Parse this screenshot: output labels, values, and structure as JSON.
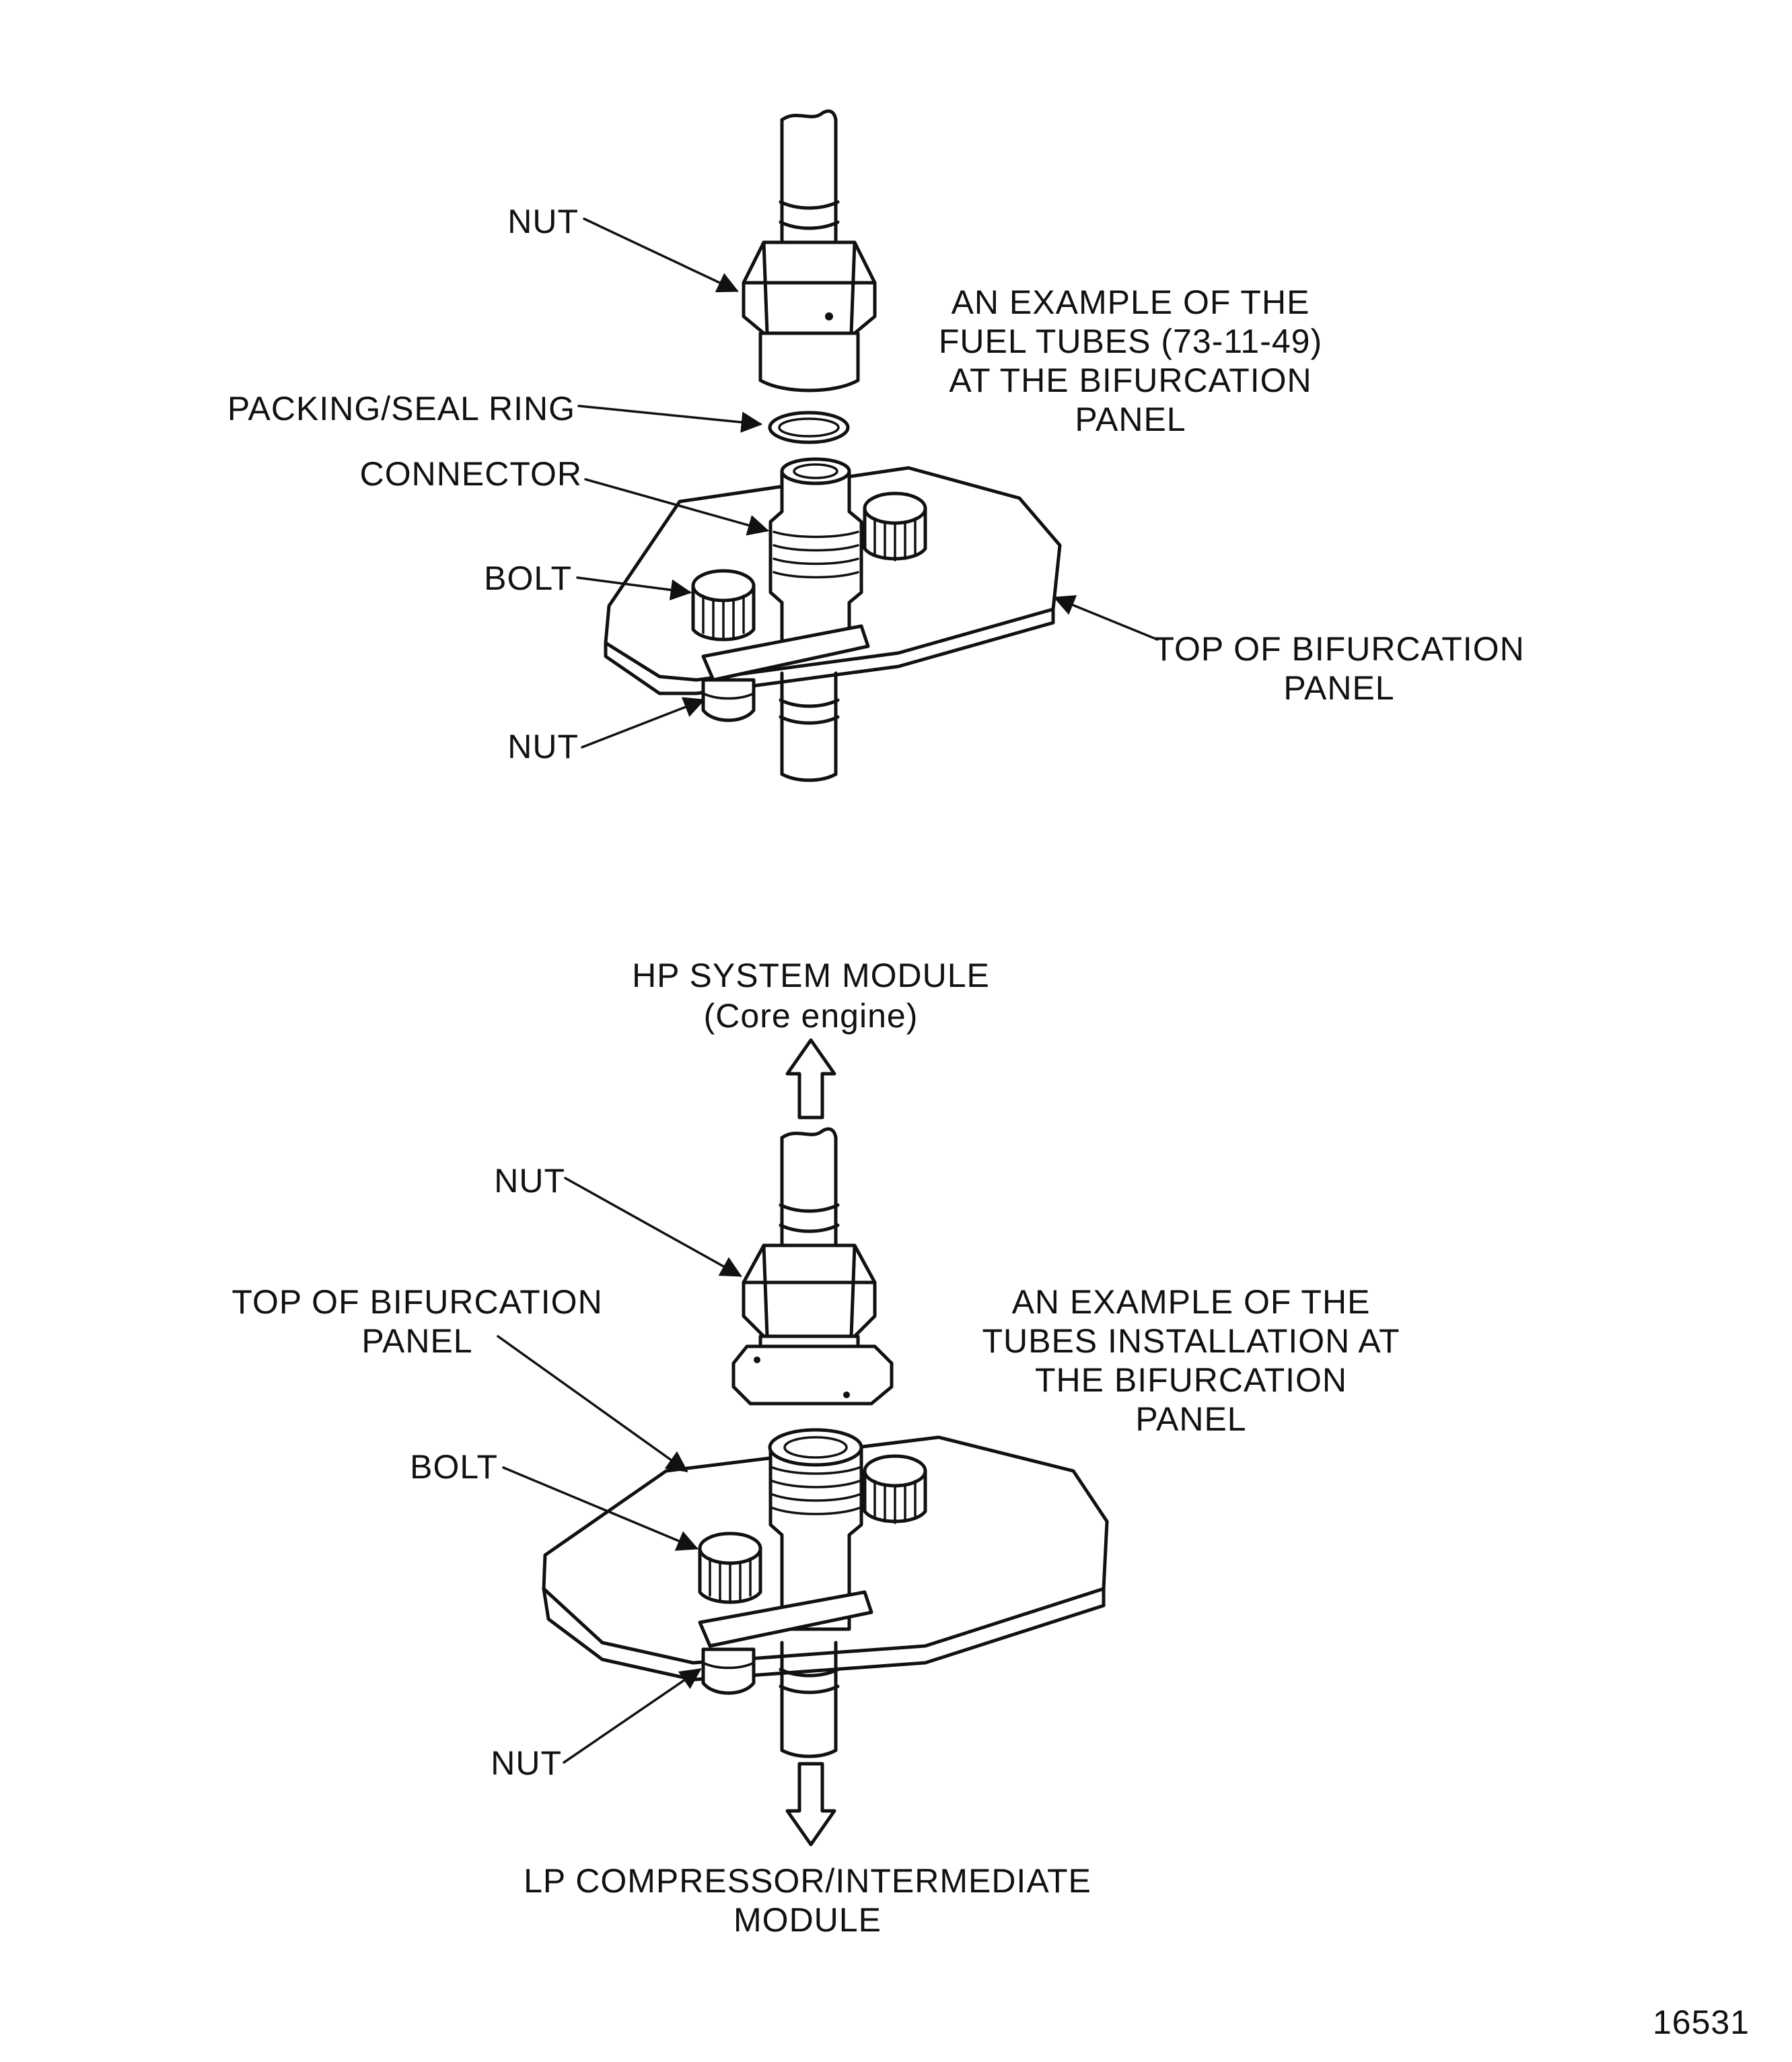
{
  "diagram_id": "16531",
  "top_view": {
    "callouts": {
      "nut_upper": "NUT",
      "packing": "PACKING/SEAL RING",
      "connector": "CONNECTOR",
      "bolt": "BOLT",
      "nut_lower": "NUT",
      "panel": "TOP OF BIFURCATION\nPANEL"
    },
    "caption": "AN EXAMPLE OF THE\nFUEL TUBES (73-11-49)\nAT THE BIFURCATION\nPANEL"
  },
  "bottom_view": {
    "flow_up_label": "HP SYSTEM MODULE",
    "flow_up_sub": "(Core engine)",
    "callouts": {
      "nut_upper": "NUT",
      "panel": "TOP OF BIFURCATION\nPANEL",
      "bolt": "BOLT",
      "nut_lower": "NUT"
    },
    "caption": "AN EXAMPLE OF THE\nTUBES INSTALLATION AT\nTHE BIFURCATION\nPANEL",
    "flow_down_label": "LP COMPRESSOR/INTERMEDIATE\nMODULE"
  }
}
